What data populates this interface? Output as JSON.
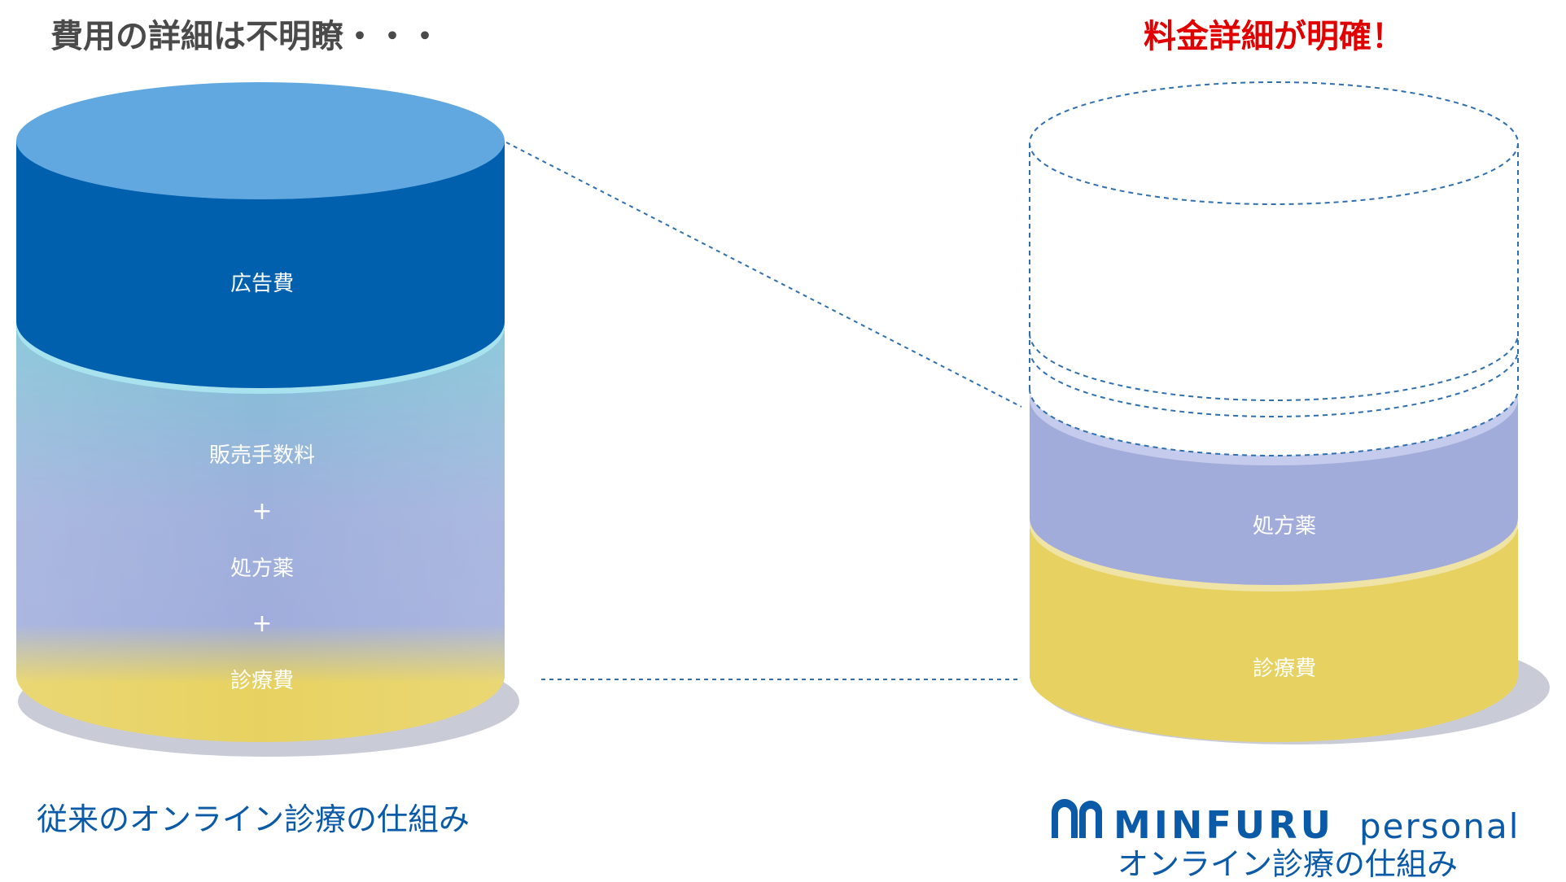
{
  "left": {
    "heading": "費用の詳細は不明瞭・・・",
    "layer_ad": "広告費",
    "layer_sales_fee": "販売手数料",
    "plus_1": "+",
    "layer_prescription": "処方薬",
    "plus_2": "+",
    "layer_consultation": "診療費",
    "caption": "従来のオンライン診療の仕組み"
  },
  "right": {
    "heading": "料金詳細が明確！",
    "layer_prescription": "処方薬",
    "layer_consultation": "診療費",
    "logo_brand": "MINFURU",
    "logo_suffix": "personal",
    "caption": "オンライン診療の仕組み"
  },
  "colors": {
    "ad_top": "#62a8e0",
    "ad_side": "#0060ad",
    "gradient_cyan": "#7dc3d6",
    "gradient_lavender": "#a0addc",
    "consultation": "#e7d261",
    "consultation_rim": "#efe3a6",
    "prescription": "#a2acdb",
    "prescription_rim": "#c5cbec",
    "shadow": "#c9cbd6",
    "dashed_line": "#2f6fb0",
    "heading_gray": "#4a4a4a",
    "heading_red": "#e10000",
    "brand_blue": "#0b5aa8"
  }
}
